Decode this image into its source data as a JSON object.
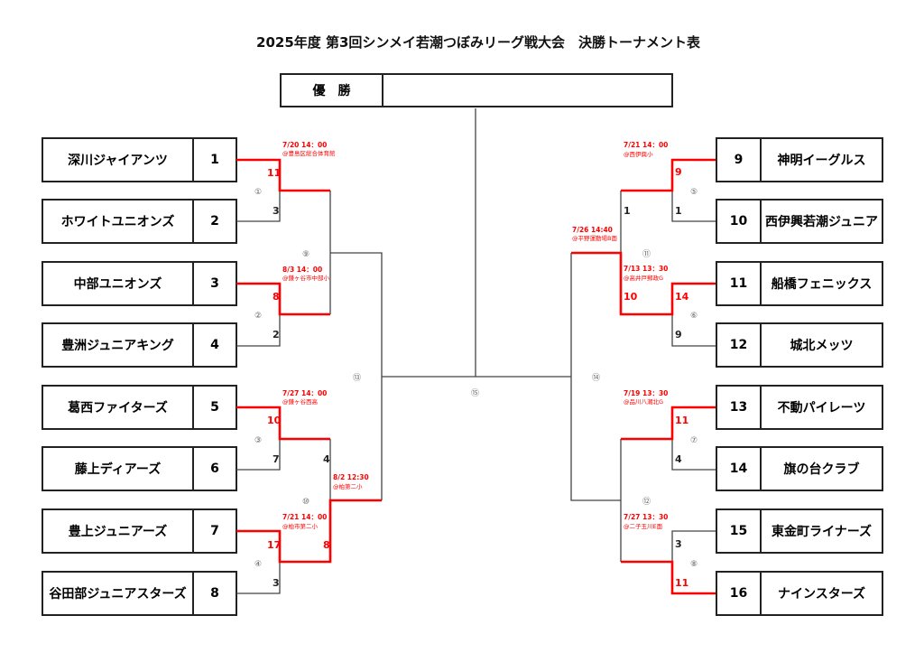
{
  "title": "2025年度 第3回シンメイ若潮つぼみリーグ戦大会　決勝トーナメント表",
  "champion": {
    "label": "優　勝",
    "value": ""
  },
  "teams": [
    {
      "seed": "1",
      "name": "深川ジャイアンツ"
    },
    {
      "seed": "2",
      "name": "ホワイトユニオンズ"
    },
    {
      "seed": "3",
      "name": "中部ユニオンズ"
    },
    {
      "seed": "4",
      "name": "豊洲ジュニアキング"
    },
    {
      "seed": "5",
      "name": "葛西ファイターズ"
    },
    {
      "seed": "6",
      "name": "藤上ディアーズ"
    },
    {
      "seed": "7",
      "name": "豊上ジュニアーズ"
    },
    {
      "seed": "8",
      "name": "谷田部ジュニアスターズ"
    },
    {
      "seed": "9",
      "name": "神明イーグルス"
    },
    {
      "seed": "10",
      "name": "西伊興若潮ジュニア"
    },
    {
      "seed": "11",
      "name": "船橋フェニックス"
    },
    {
      "seed": "12",
      "name": "城北メッツ"
    },
    {
      "seed": "13",
      "name": "不動パイレーツ"
    },
    {
      "seed": "14",
      "name": "旗の台クラブ"
    },
    {
      "seed": "15",
      "name": "東金町ライナーズ"
    },
    {
      "seed": "16",
      "name": "ナインスターズ"
    }
  ],
  "matches": [
    {
      "no": "①",
      "date": "7/20  14：00",
      "venue": "@豊島区総合体育館",
      "s1": "11",
      "s2": "3"
    },
    {
      "no": "②",
      "date": "8/3  14：00",
      "venue": "@鎌ヶ谷市中部小",
      "s1": "8",
      "s2": "2"
    },
    {
      "no": "③",
      "date": "7/27  14：00",
      "venue": "@鎌ヶ谷西高",
      "s1": "10",
      "s2": "7"
    },
    {
      "no": "④",
      "date": "7/21  14：00",
      "venue": "@柏市第二小",
      "s1": "17",
      "s2": "3"
    },
    {
      "no": "⑤",
      "date": "7/21  14：00",
      "venue": "@西伊興小",
      "s1": "9",
      "s2": "1"
    },
    {
      "no": "⑥",
      "date": "7/13  13：30",
      "venue": "@高井戸郵政G",
      "s1": "14",
      "s2": "9"
    },
    {
      "no": "⑦",
      "date": "7/19  13：30",
      "venue": "@品川八潮北G",
      "s1": "11",
      "s2": "4"
    },
    {
      "no": "⑧",
      "date": "7/27  13：30",
      "venue": "@二子玉川E面",
      "s1": "3",
      "s2": "11"
    },
    {
      "no": "⑨"
    },
    {
      "no": "⑩",
      "date": "8/2  12:30",
      "venue": "@柏第二小",
      "s1": "4",
      "s2": "8"
    },
    {
      "no": "⑪",
      "date": "7/26  14:40",
      "venue": "@平野運動場B面",
      "s1": "1",
      "s2": "10"
    },
    {
      "no": "⑫"
    },
    {
      "no": "⑬"
    },
    {
      "no": "⑭"
    },
    {
      "no": "⑮"
    }
  ]
}
